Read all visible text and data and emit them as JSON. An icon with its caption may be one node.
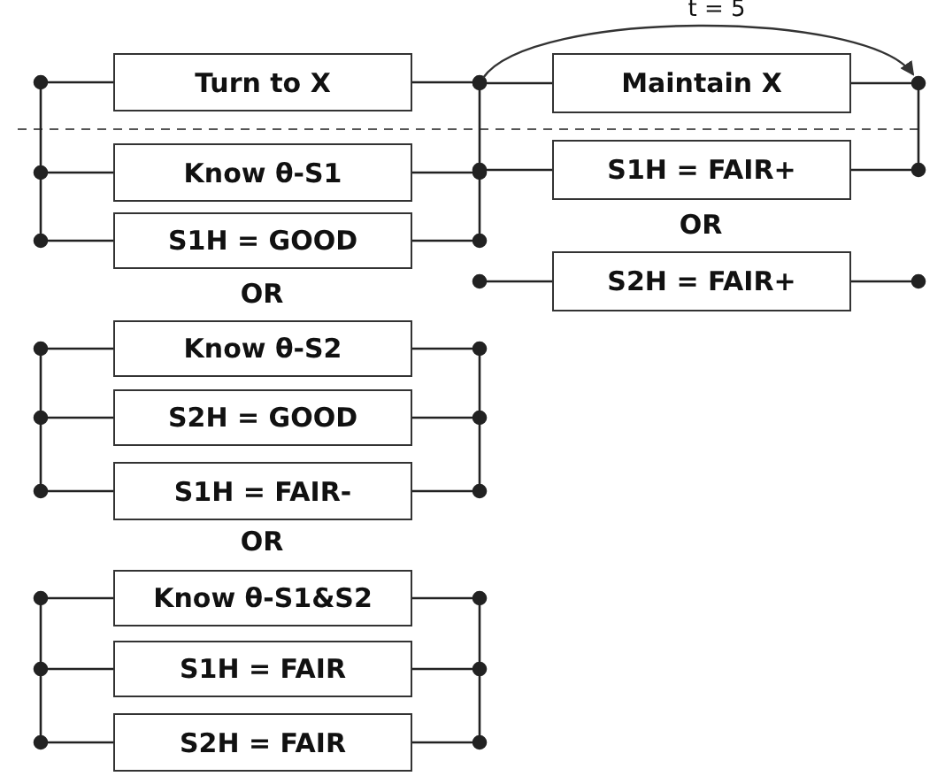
{
  "diagram": {
    "nodes": [
      {
        "text": [
          "Turn to X"
        ]
      },
      {
        "text": [
          "Know θ-S1"
        ]
      },
      {
        "text": [
          "S1H = GOOD"
        ]
      },
      {
        "text": [
          "Know θ-S2"
        ]
      },
      {
        "text": [
          "S2H = GOOD"
        ]
      },
      {
        "text": [
          "S1H = FAIR-"
        ]
      },
      {
        "text": [
          "Know θ-S1&S2"
        ]
      },
      {
        "text": [
          "S1H = FAIR"
        ]
      },
      {
        "text": [
          "S2H = FAIR"
        ]
      },
      {
        "text": [
          "Maintain X"
        ]
      },
      {
        "text": [
          "S1H = FAIR+"
        ]
      },
      {
        "text": [
          "S2H = FAIR+"
        ]
      }
    ],
    "labels": [
      "t = 5",
      "OR",
      "OR",
      "OR"
    ]
  }
}
